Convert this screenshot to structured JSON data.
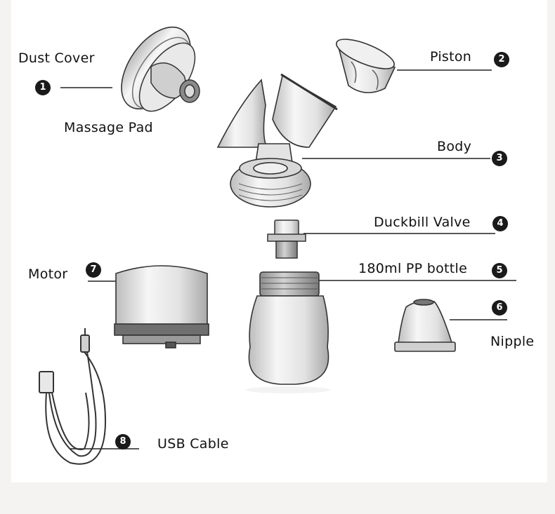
{
  "parts": [
    {
      "id": "dust-cover",
      "label": "Dust Cover"
    },
    {
      "id": "massage-pad",
      "label": "Massage Pad"
    },
    {
      "id": "piston",
      "label": "Piston"
    },
    {
      "id": "body",
      "label": "Body"
    },
    {
      "id": "duckbill-valve",
      "label": "Duckbill Valve"
    },
    {
      "id": "bottle",
      "label": "180ml PP bottle"
    },
    {
      "id": "nipple",
      "label": "Nipple"
    },
    {
      "id": "motor",
      "label": "Motor"
    },
    {
      "id": "usb-cable",
      "label": "USB Cable"
    }
  ],
  "badges": [
    "1",
    "2",
    "3",
    "4",
    "5",
    "6",
    "7",
    "8"
  ],
  "colors": {
    "outline": "#3a3a3a",
    "fill": "#f2f2f2",
    "shade": "#c8c8c8",
    "badge": "#1a1a1a"
  }
}
